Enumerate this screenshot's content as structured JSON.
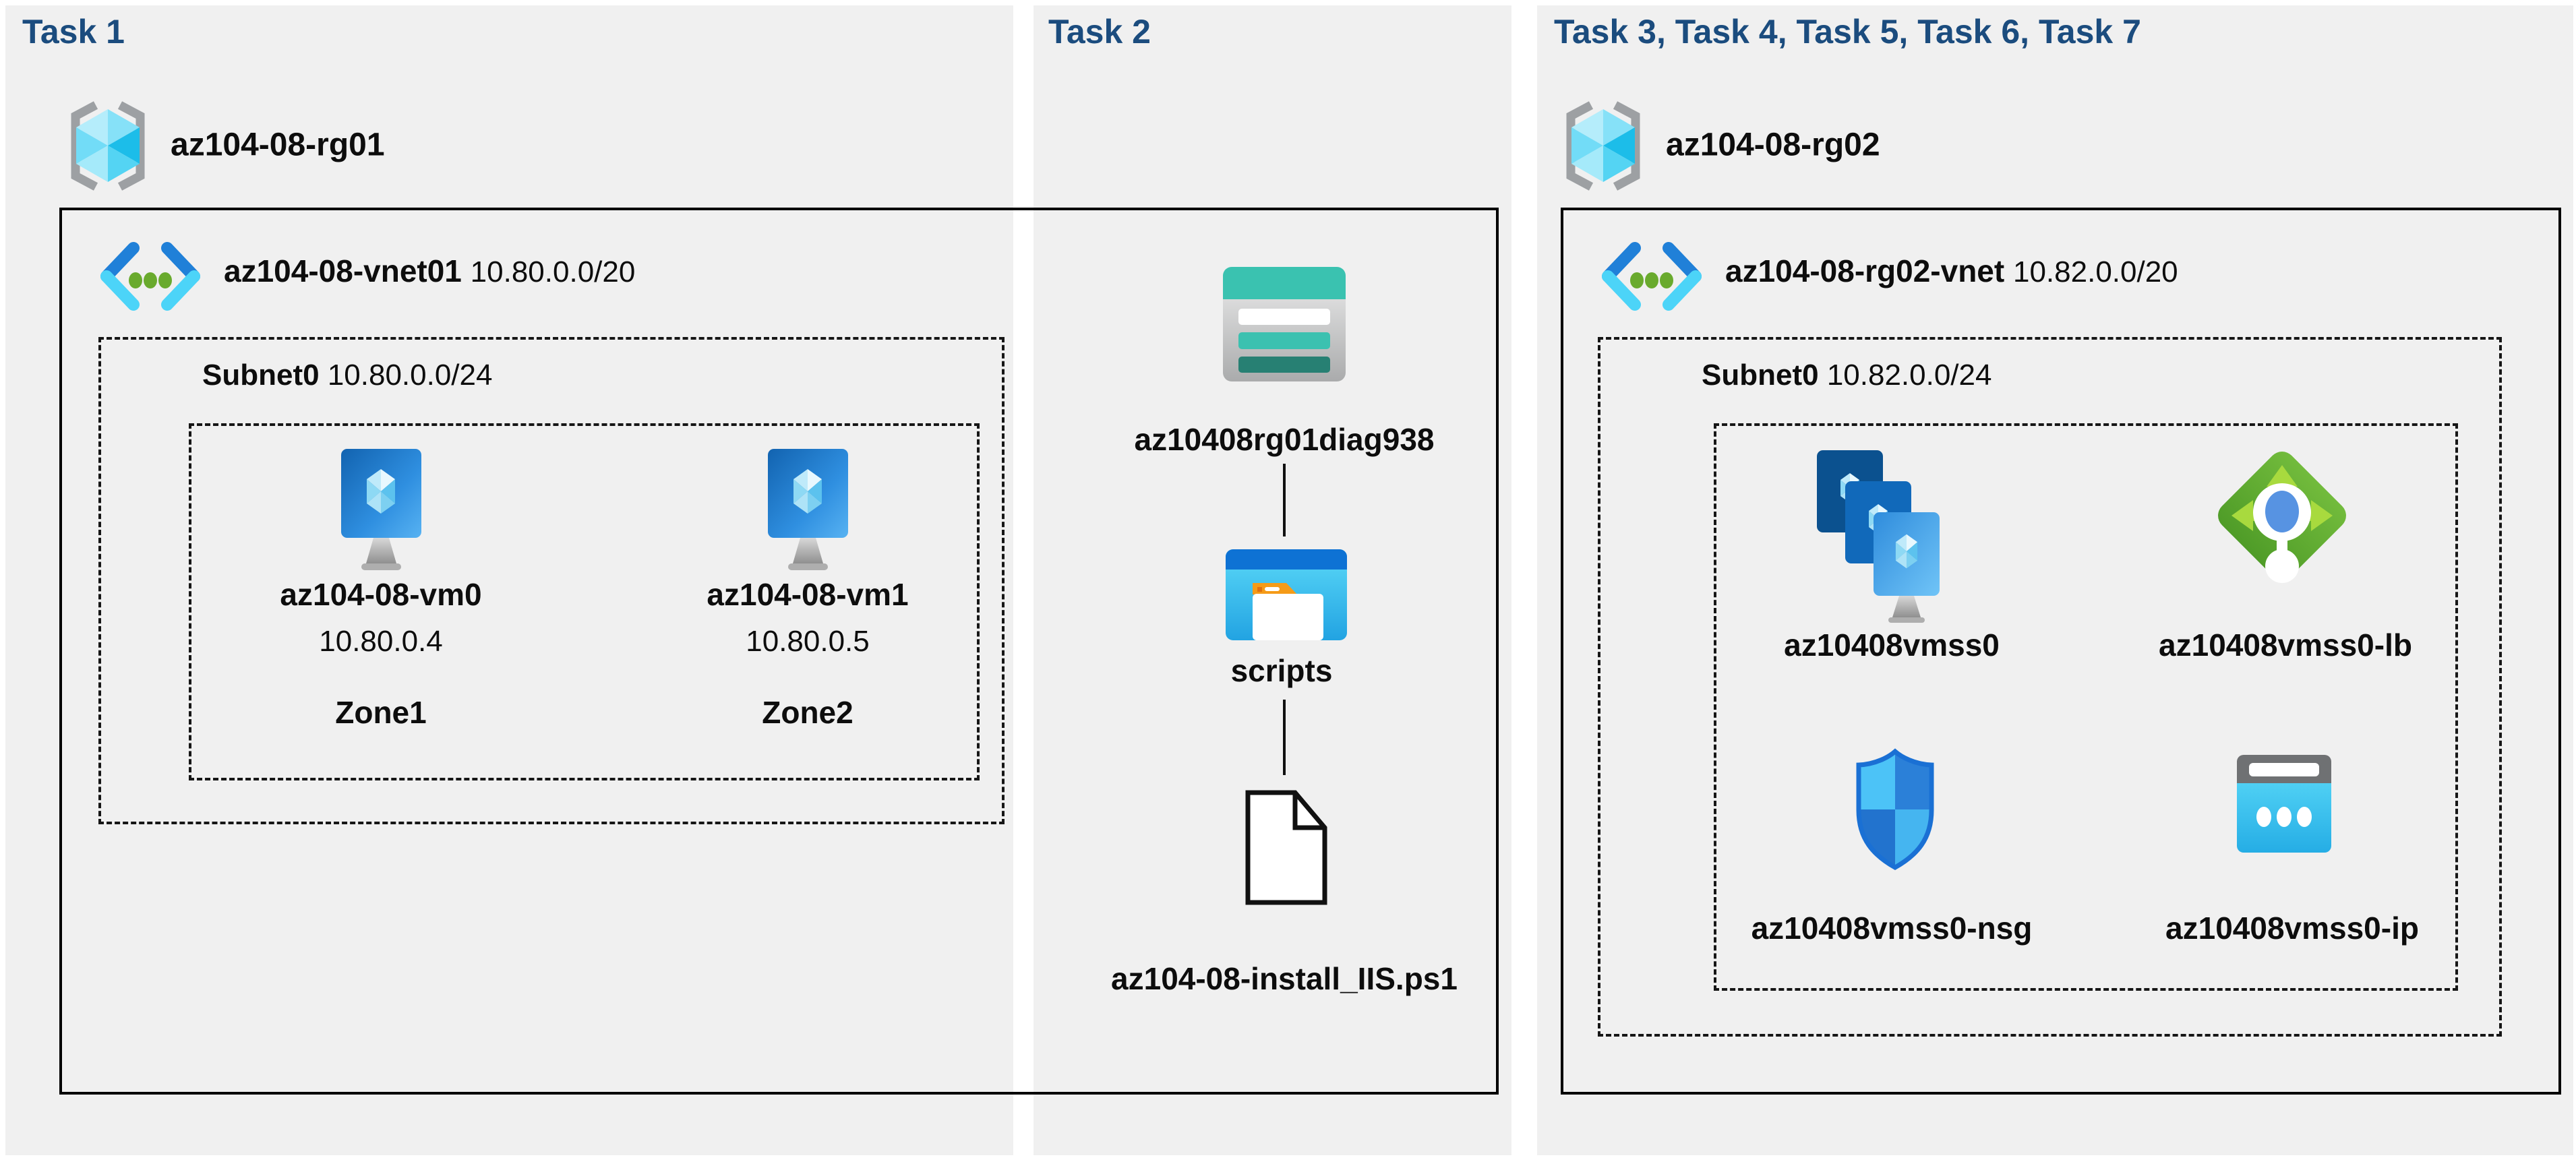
{
  "colors": {
    "panel_background": "#f0f0f0",
    "task_title": "#1b4c7e",
    "label_text": "#0d0d0d",
    "box_border": "#000000",
    "vnet_blue": "#2080d8",
    "vnet_cyan": "#4cd4f8",
    "vnet_green_dot": "#69aa2d",
    "vm_screen_blue": "#2f8fe0",
    "storage_teal": "#3ac2b0",
    "folder_blue": "#0e72d4",
    "folder_tab_orange": "#f59b18",
    "load_balancer_green": "#5fa92f",
    "nsg_shield_blue": "#2b80d8",
    "public_ip_cyan": "#35c1ec"
  },
  "task1": {
    "title": "Task 1",
    "resource_group": "az104-08-rg01",
    "vnet": {
      "name": "az104-08-vnet01",
      "cidr": "10.80.0.0/20"
    },
    "subnet": {
      "name": "Subnet0",
      "cidr": "10.80.0.0/24"
    },
    "vms": [
      {
        "name": "az104-08-vm0",
        "ip": "10.80.0.4",
        "zone": "Zone1"
      },
      {
        "name": "az104-08-vm1",
        "ip": "10.80.0.5",
        "zone": "Zone2"
      }
    ]
  },
  "task2": {
    "title": "Task 2",
    "storage_account": "az10408rg01diag938",
    "file_share": "scripts",
    "script_file": "az104-08-install_IIS.ps1"
  },
  "task3": {
    "title": "Task 3, Task 4, Task 5, Task 6, Task 7",
    "resource_group": "az104-08-rg02",
    "vnet": {
      "name": "az104-08-rg02-vnet",
      "cidr": "10.82.0.0/20"
    },
    "subnet": {
      "name": "Subnet0",
      "cidr": "10.82.0.0/24"
    },
    "resources": [
      {
        "name": "az10408vmss0",
        "type": "vm-scale-set"
      },
      {
        "name": "az10408vmss0-lb",
        "type": "load-balancer"
      },
      {
        "name": "az10408vmss0-nsg",
        "type": "network-security-group"
      },
      {
        "name": "az10408vmss0-ip",
        "type": "public-ip"
      }
    ]
  }
}
